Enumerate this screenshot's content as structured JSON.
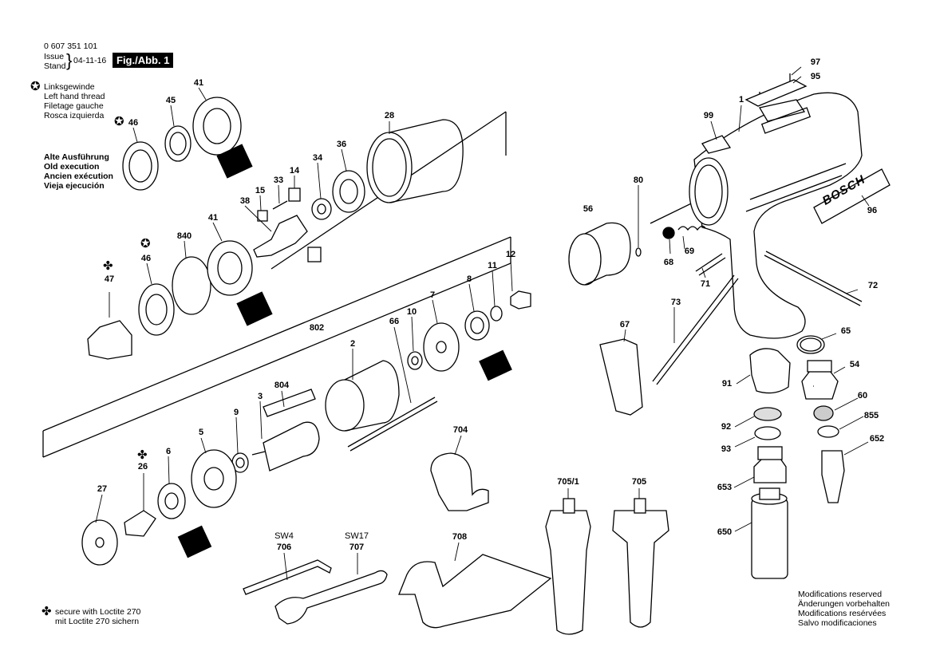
{
  "header": {
    "part_number": "0 607 351 101",
    "issue_label": "Issue",
    "stand_label": "Stand",
    "date": "04-11-16",
    "figure": "Fig./Abb. 1"
  },
  "left_hand_note": [
    "Linksgewinde",
    "Left hand thread",
    "Filetage gauche",
    "Rosca izquierda"
  ],
  "old_version_note": [
    "Alte Ausführung",
    "Old execution",
    "Ancien exécution",
    "Vieja ejecución"
  ],
  "loctite_note": [
    "secure with Loctite 270",
    "mit Loctite 270 sichern"
  ],
  "modifications_note": [
    "Modifications reserved",
    "Änderungen vorbehalten",
    "Modifications resérvées",
    "Salvo modificaciones"
  ],
  "brand": "BOSCH",
  "part_labels": {
    "p97": "97",
    "p95": "95",
    "p1": "1",
    "p99": "99",
    "p96": "96",
    "p80": "80",
    "p56": "56",
    "p69": "69",
    "p68": "68",
    "p71": "71",
    "p72": "72",
    "p73": "73",
    "p67": "67",
    "p65": "65",
    "p91": "91",
    "p54": "54",
    "p60": "60",
    "p92": "92",
    "p855": "855",
    "p93": "93",
    "p652": "652",
    "p653": "653",
    "p650": "650",
    "p41a": "41",
    "p45": "45",
    "p46a": "46",
    "p28": "28",
    "p36": "36",
    "p34": "34",
    "p33": "33",
    "p14": "14",
    "p15": "15",
    "p38": "38",
    "p840": "840",
    "p41b": "41",
    "p46b": "46",
    "p47": "47",
    "p12": "12",
    "p11": "11",
    "p8": "8",
    "p7": "7",
    "p10": "10",
    "p66": "66",
    "p802": "802",
    "p2": "2",
    "p804": "804",
    "p3": "3",
    "p9": "9",
    "p5": "5",
    "p6": "6",
    "p26": "26",
    "p27": "27",
    "p704": "704",
    "p705_1": "705/1",
    "p705": "705",
    "p708": "708",
    "sw4": "SW4",
    "p706": "706",
    "sw17": "SW17",
    "p707": "707"
  }
}
